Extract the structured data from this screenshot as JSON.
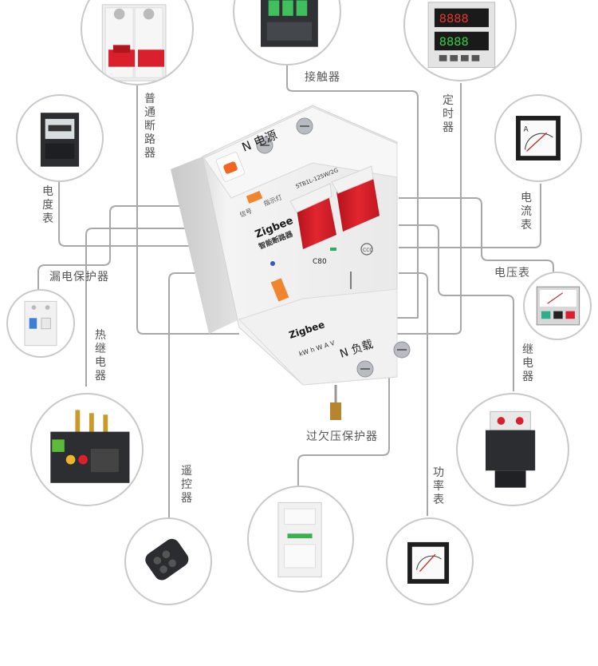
{
  "center": {
    "top_terminal_label": "N 电源",
    "bottom_terminal_label": "N 负载",
    "brand_top": "Zigbee",
    "brand_sub": "智能断路器",
    "model": "STB1L-125W/2G",
    "brand_bottom": "Zigbee",
    "rating": "C80",
    "meter_labels": "kW  h  W  A  V",
    "signal_label": "信号",
    "indicator_label": "指示灯"
  },
  "devices": [
    {
      "id": "normal-breaker",
      "label": "普通断路器",
      "icon": "mcb-icon"
    },
    {
      "id": "contactor",
      "label": "接触器",
      "icon": "contactor-icon"
    },
    {
      "id": "timer",
      "label": "定时器",
      "icon": "timer-icon",
      "display_top": "8888",
      "display_bottom": "8888"
    },
    {
      "id": "energy-meter",
      "label": "电度表",
      "icon": "energy-meter-icon"
    },
    {
      "id": "ammeter",
      "label": "电流表",
      "icon": "ammeter-icon"
    },
    {
      "id": "rcd",
      "label": "漏电保护器",
      "icon": "rcd-icon"
    },
    {
      "id": "voltmeter",
      "label": "电压表",
      "icon": "voltmeter-icon"
    },
    {
      "id": "thermal-relay",
      "label": "热继电器",
      "icon": "thermal-relay-icon"
    },
    {
      "id": "relay",
      "label": "继电器",
      "icon": "relay-icon"
    },
    {
      "id": "voltage-protector",
      "label": "过欠压保护器",
      "icon": "voltage-protector-icon"
    },
    {
      "id": "remote",
      "label": "遥控器",
      "icon": "remote-icon"
    },
    {
      "id": "power-meter",
      "label": "功率表",
      "icon": "power-meter-icon"
    }
  ],
  "colors": {
    "line": "#a8a8a8",
    "circle_border": "#c9c9c9",
    "breaker_body": "#efefef",
    "handle_red": "#d9202c",
    "indicator_orange": "#f0852d",
    "accent_blue": "#2f5cc2",
    "accent_green": "#2fae5b"
  }
}
